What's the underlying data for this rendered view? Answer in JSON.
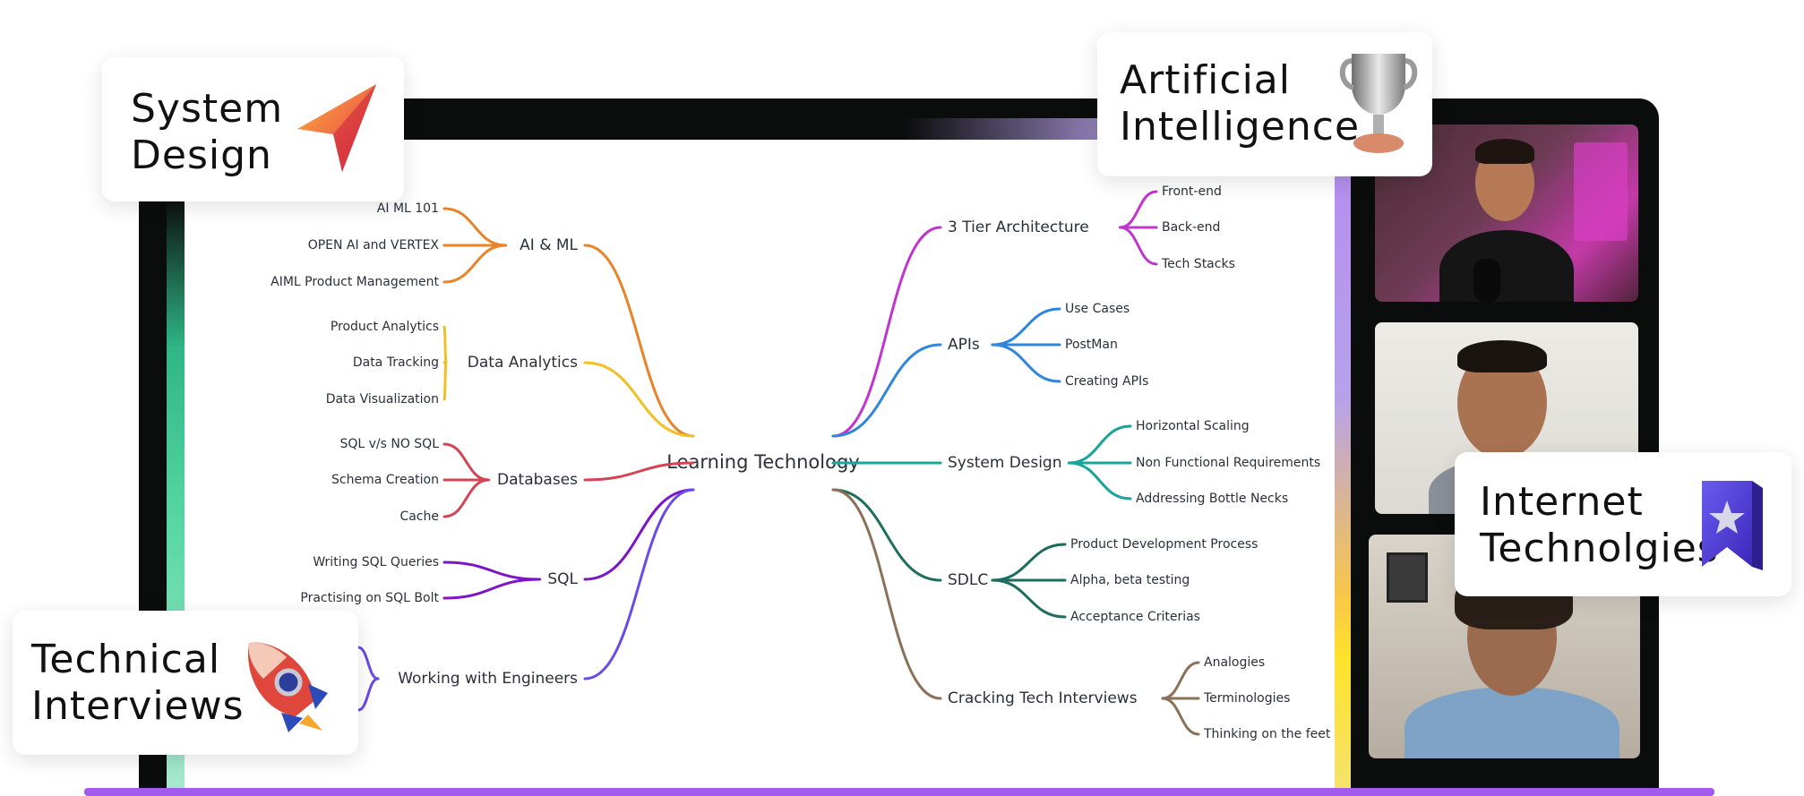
{
  "mindmap": {
    "center": "Learning Technology",
    "left": [
      {
        "label": "AI & ML",
        "color": "#e8832a",
        "children": [
          "AI ML 101",
          "OPEN AI and VERTEX",
          "AIML Product Management"
        ]
      },
      {
        "label": "Data Analytics",
        "color": "#f1bf26",
        "children": [
          "Product Analytics",
          "Data Tracking",
          "Data Visualization"
        ]
      },
      {
        "label": "Databases",
        "color": "#d24555",
        "children": [
          "SQL v/s NO SQL",
          "Schema Creation",
          "Cache"
        ]
      },
      {
        "label": "SQL",
        "color": "#7b16c8",
        "children": [
          "Writing SQL Queries",
          "Practising on SQL Bolt"
        ]
      },
      {
        "label": "Working with Engineers",
        "color": "#6a4be6",
        "children": []
      }
    ],
    "right": [
      {
        "label": "3 Tier Architecture",
        "color": "#c234d0",
        "children": [
          "Front-end",
          "Back-end",
          "Tech Stacks"
        ]
      },
      {
        "label": "APIs",
        "color": "#2f86db",
        "children": [
          "Use Cases",
          "PostMan",
          "Creating APIs"
        ]
      },
      {
        "label": "System Design",
        "color": "#1aa59b",
        "children": [
          "Horizontal Scaling",
          "Non Functional Requirements",
          "Addressing Bottle Necks"
        ]
      },
      {
        "label": "SDLC",
        "color": "#1e6e5d",
        "children": [
          "Product Development Process",
          "Alpha, beta testing",
          "Acceptance Criterias"
        ]
      },
      {
        "label": "Cracking Tech Interviews",
        "color": "#8b7158",
        "children": [
          "Analogies",
          "Terminologies",
          "Thinking on the feet"
        ]
      }
    ]
  },
  "cards": {
    "system_design": {
      "title": "System\nDesign",
      "icon": "paper-plane-icon"
    },
    "artificial_intelligence": {
      "title": "Artificial\nIntelligence",
      "icon": "trophy-icon"
    },
    "internet_technologies": {
      "title": "Internet\nTechnolgies",
      "icon": "bookmark-star-icon"
    },
    "technical_interviews": {
      "title": "Technical\nInterviews",
      "icon": "rocket-icon"
    }
  },
  "colors": {
    "frame": "#0b0c0c",
    "bottom_bar": "#a25bed",
    "accent_purple": "#b7a2ea",
    "accent_yellow": "#ffe22b",
    "accent_green": "#58d7a4"
  }
}
